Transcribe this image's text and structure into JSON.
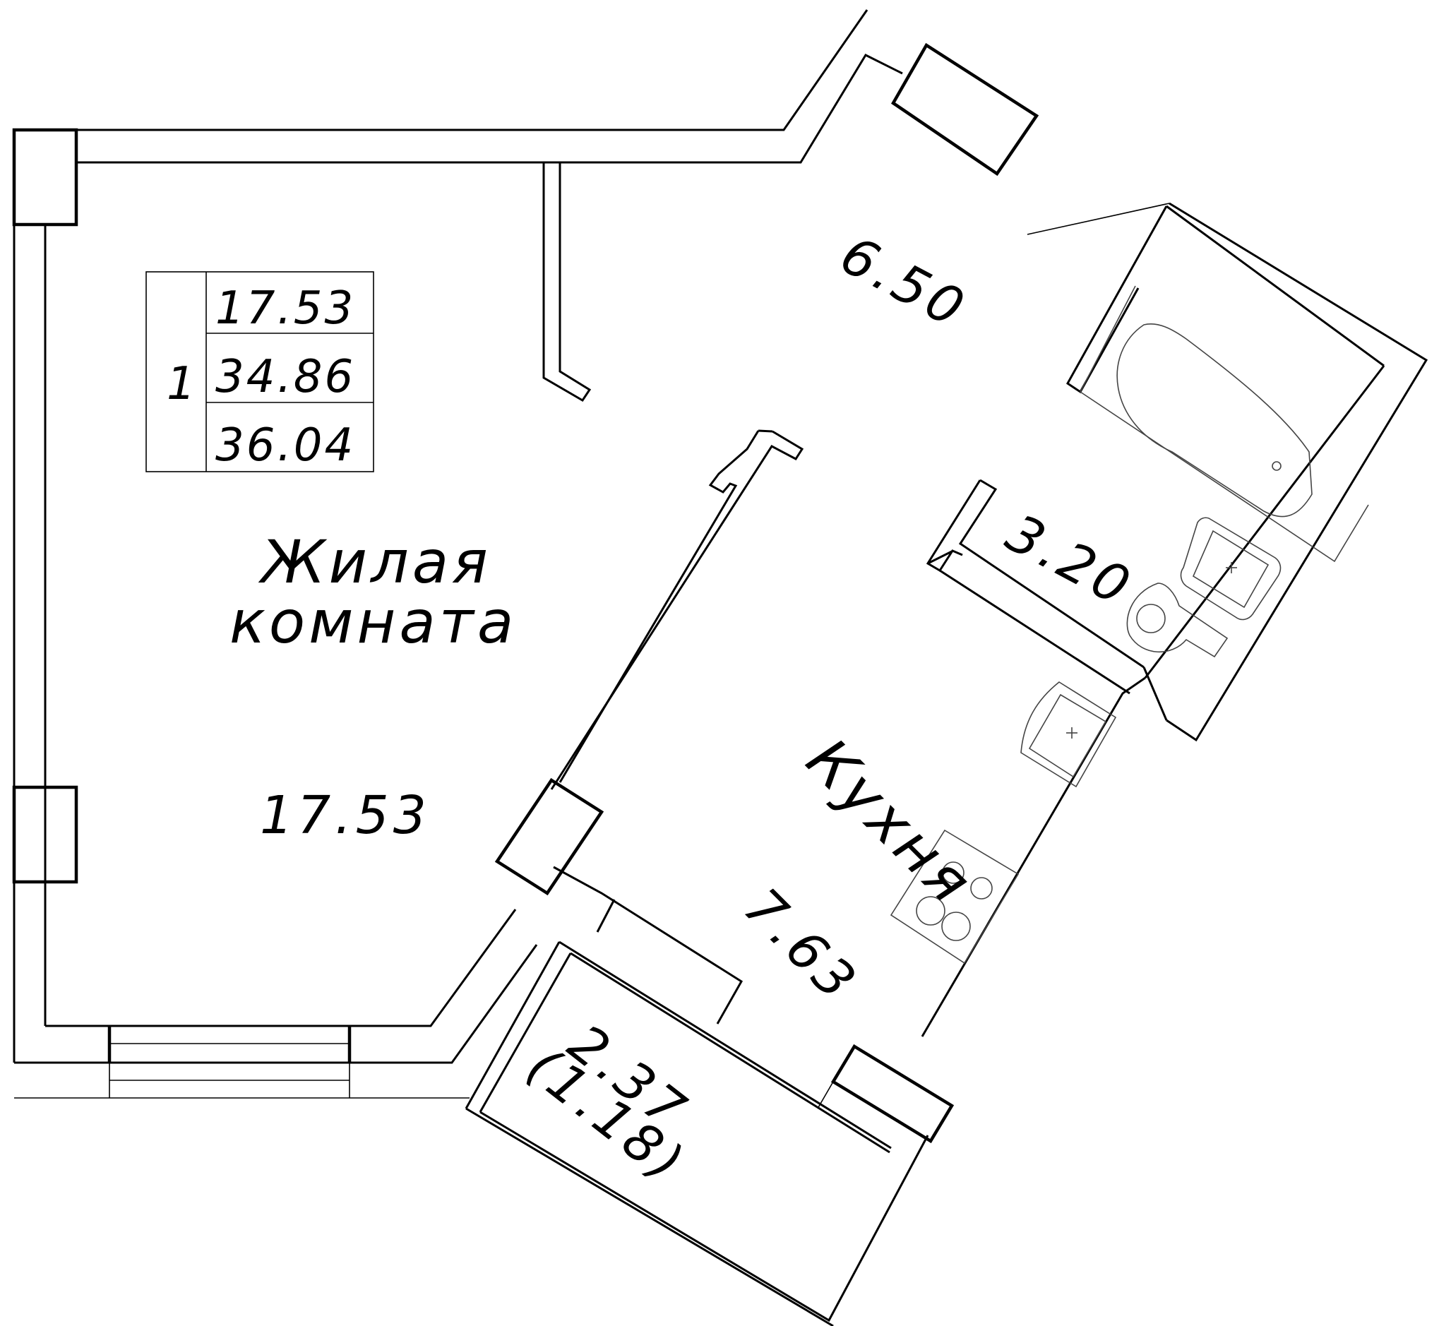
{
  "summary": {
    "rooms": "1",
    "living": "17.53",
    "total": "34.86",
    "total_with_balcony": "36.04"
  },
  "rooms": {
    "living": {
      "name_line1": "Жилая",
      "name_line2": "комната",
      "area": "17.53"
    },
    "hall": {
      "area": "6.50"
    },
    "bath": {
      "area": "3.20"
    },
    "kitchen": {
      "name": "Кухня",
      "area": "7.63"
    },
    "balcony": {
      "area": "2.37",
      "area_reduced": "(1.18)"
    }
  }
}
